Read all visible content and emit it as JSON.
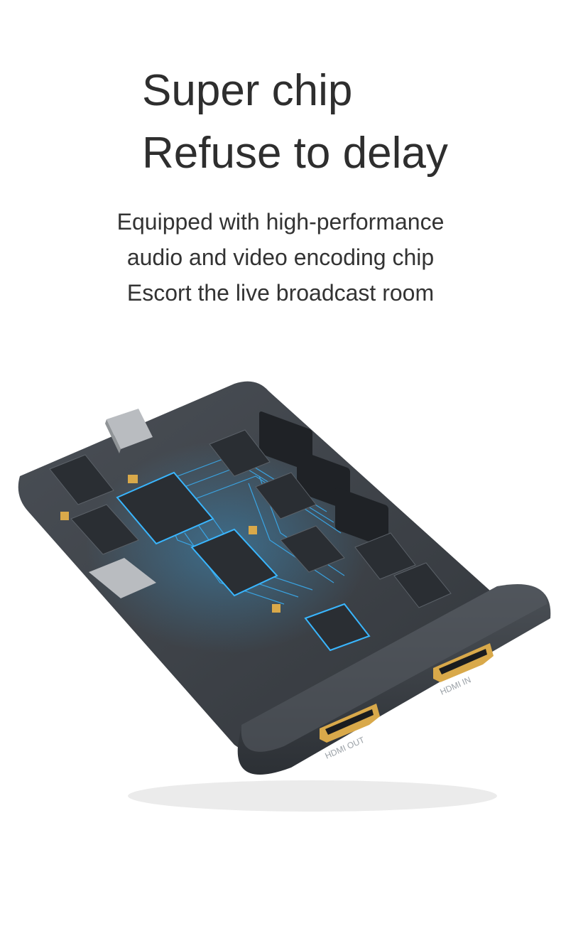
{
  "headline": {
    "line1": "Super chip",
    "line2": "Refuse to delay"
  },
  "description": {
    "line1": "Equipped with high-performance",
    "line2": "audio and video encoding chip",
    "line3": "Escort the live broadcast room"
  },
  "product": {
    "port_labels": [
      "HDMI OUT",
      "HDMI IN"
    ],
    "colors": {
      "board": "#3a3f45",
      "chip": "#2a2e33",
      "trace": "#39b6ff",
      "metal": "#b9bcc0",
      "gold": "#d9a94a"
    }
  }
}
